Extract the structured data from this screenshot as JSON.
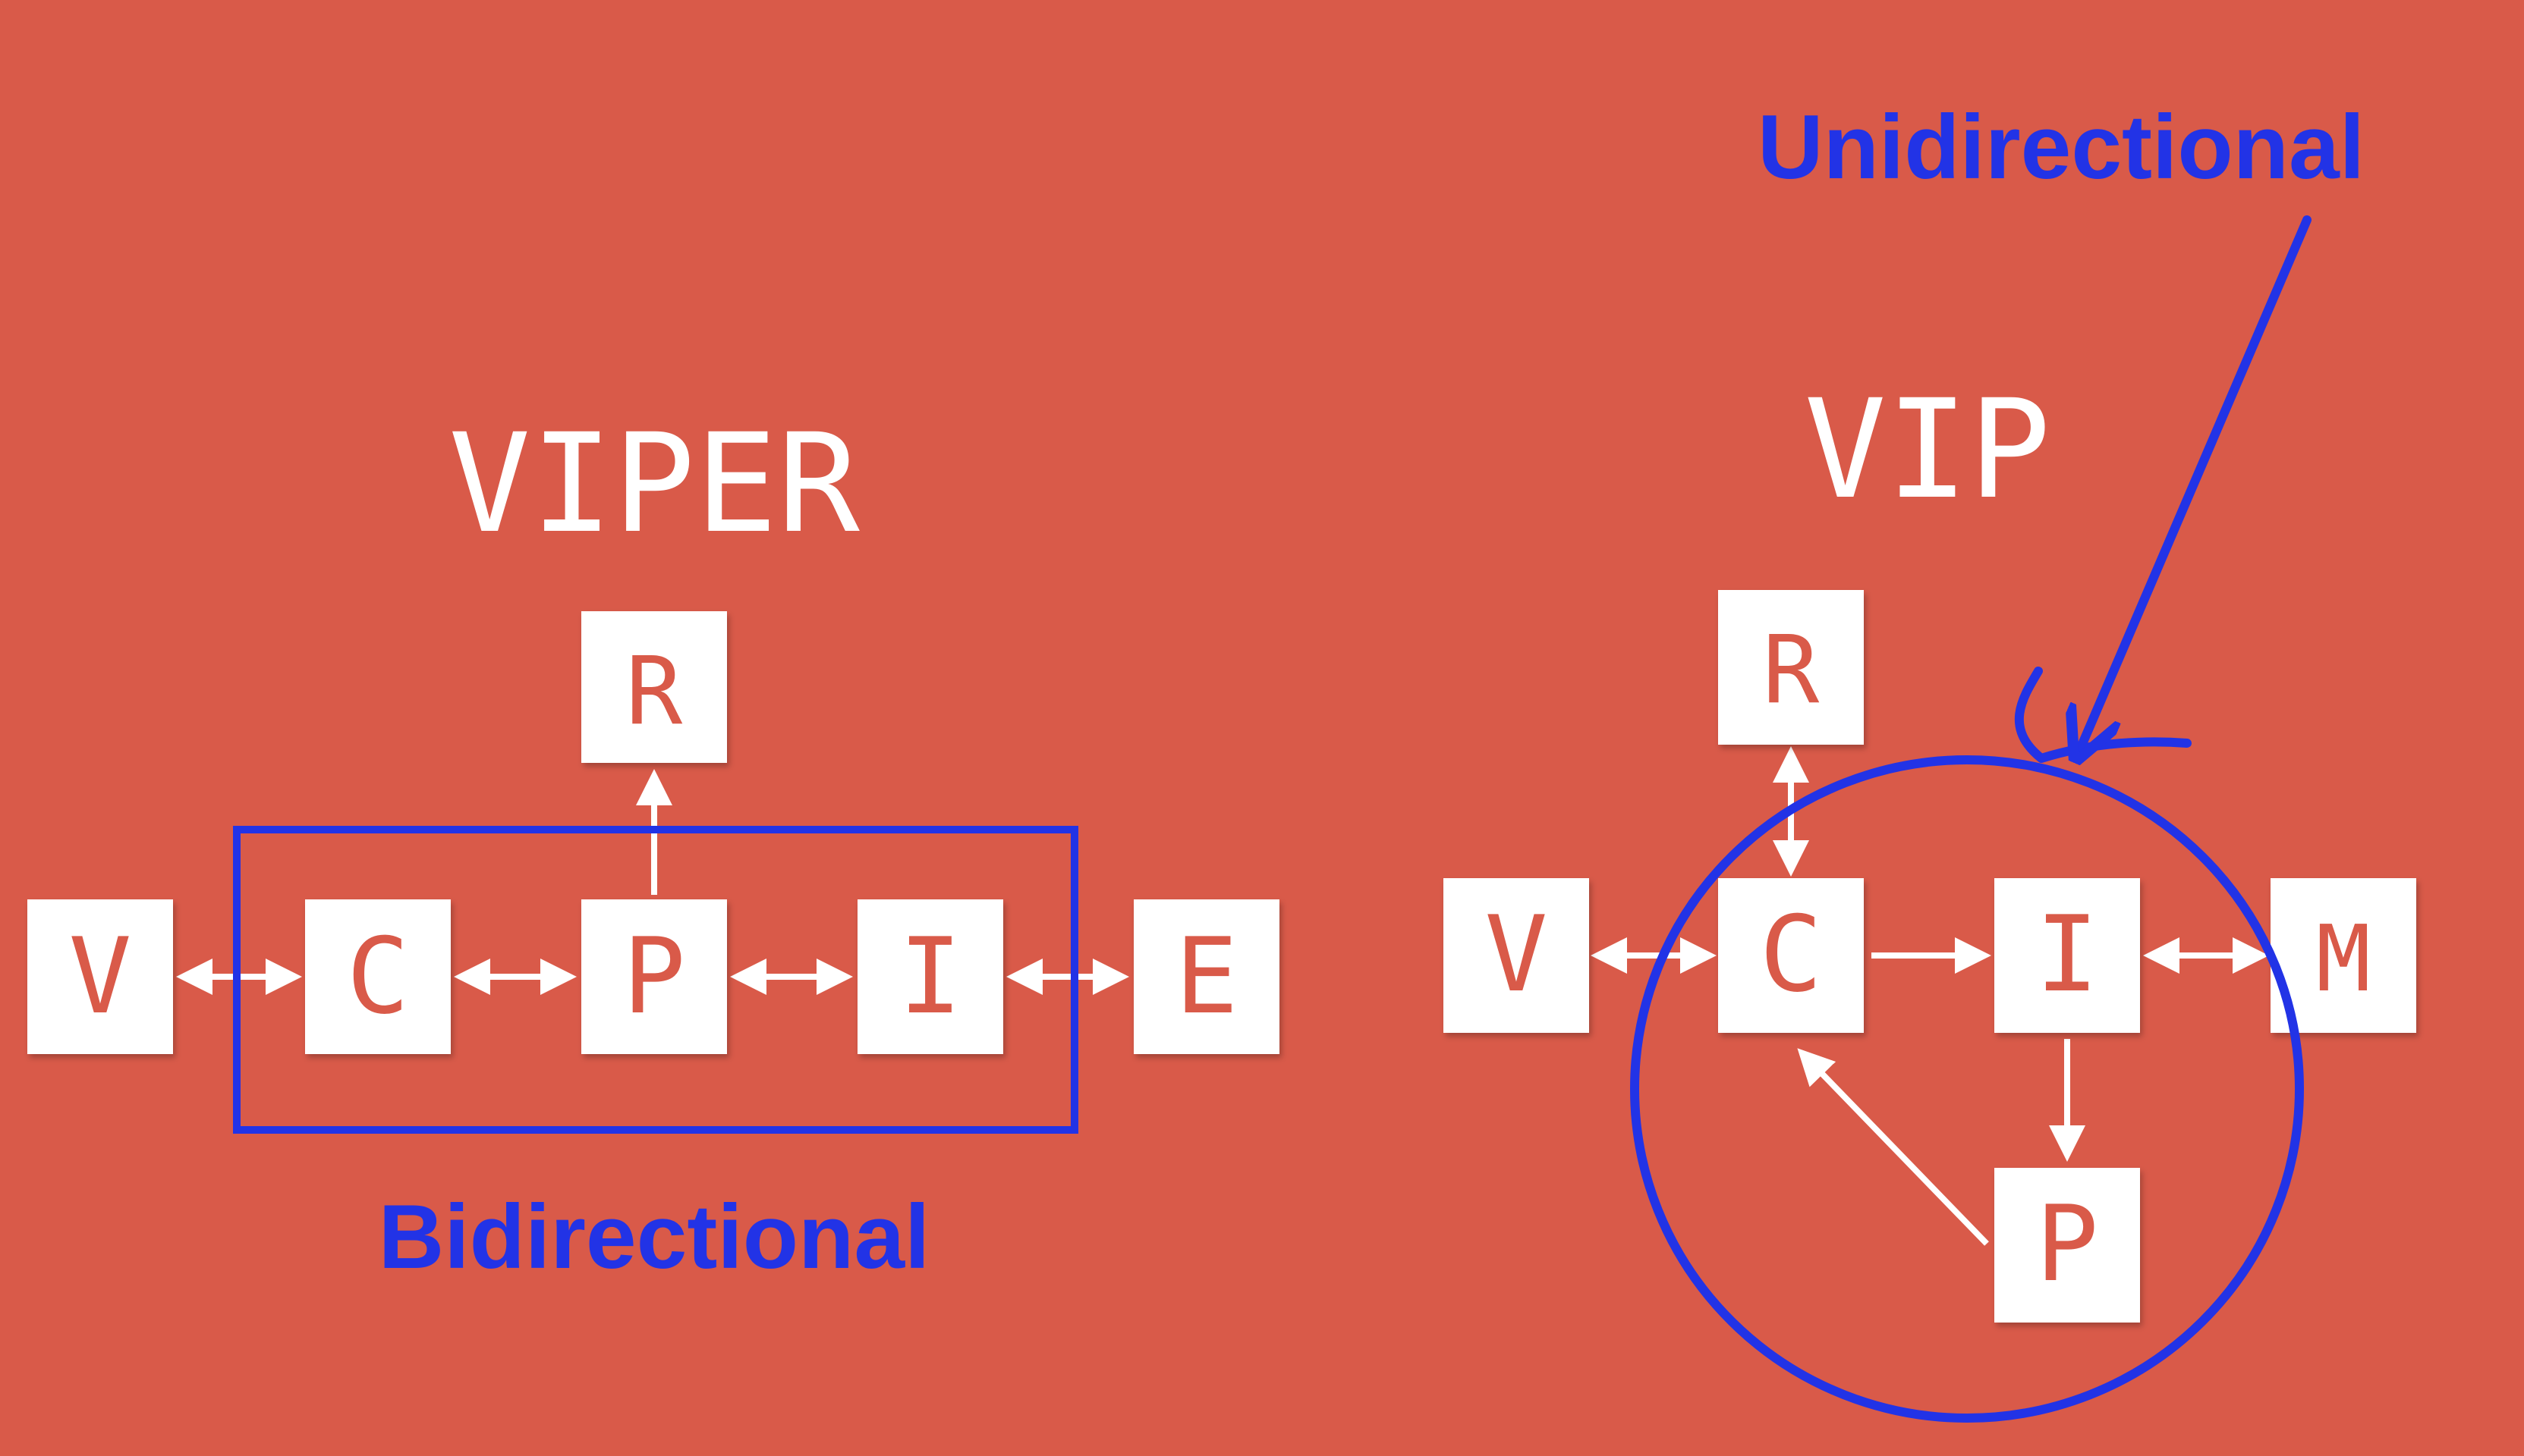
{
  "colors": {
    "background": "#d95a49",
    "box_fill": "#ffffff",
    "box_text": "#d95a49",
    "connector": "#ffffff",
    "annotation": "#2233e6"
  },
  "viper": {
    "title": "VIPER",
    "boxes": {
      "v": "V",
      "c": "C",
      "p": "P",
      "i": "I",
      "e": "E",
      "r": "R"
    }
  },
  "vip": {
    "title": "VIP",
    "boxes": {
      "v": "V",
      "c": "C",
      "i": "I",
      "m": "M",
      "r": "R",
      "p": "P"
    }
  },
  "annotations": {
    "bidirectional": "Bidirectional",
    "unidirectional": "Unidirectional"
  }
}
